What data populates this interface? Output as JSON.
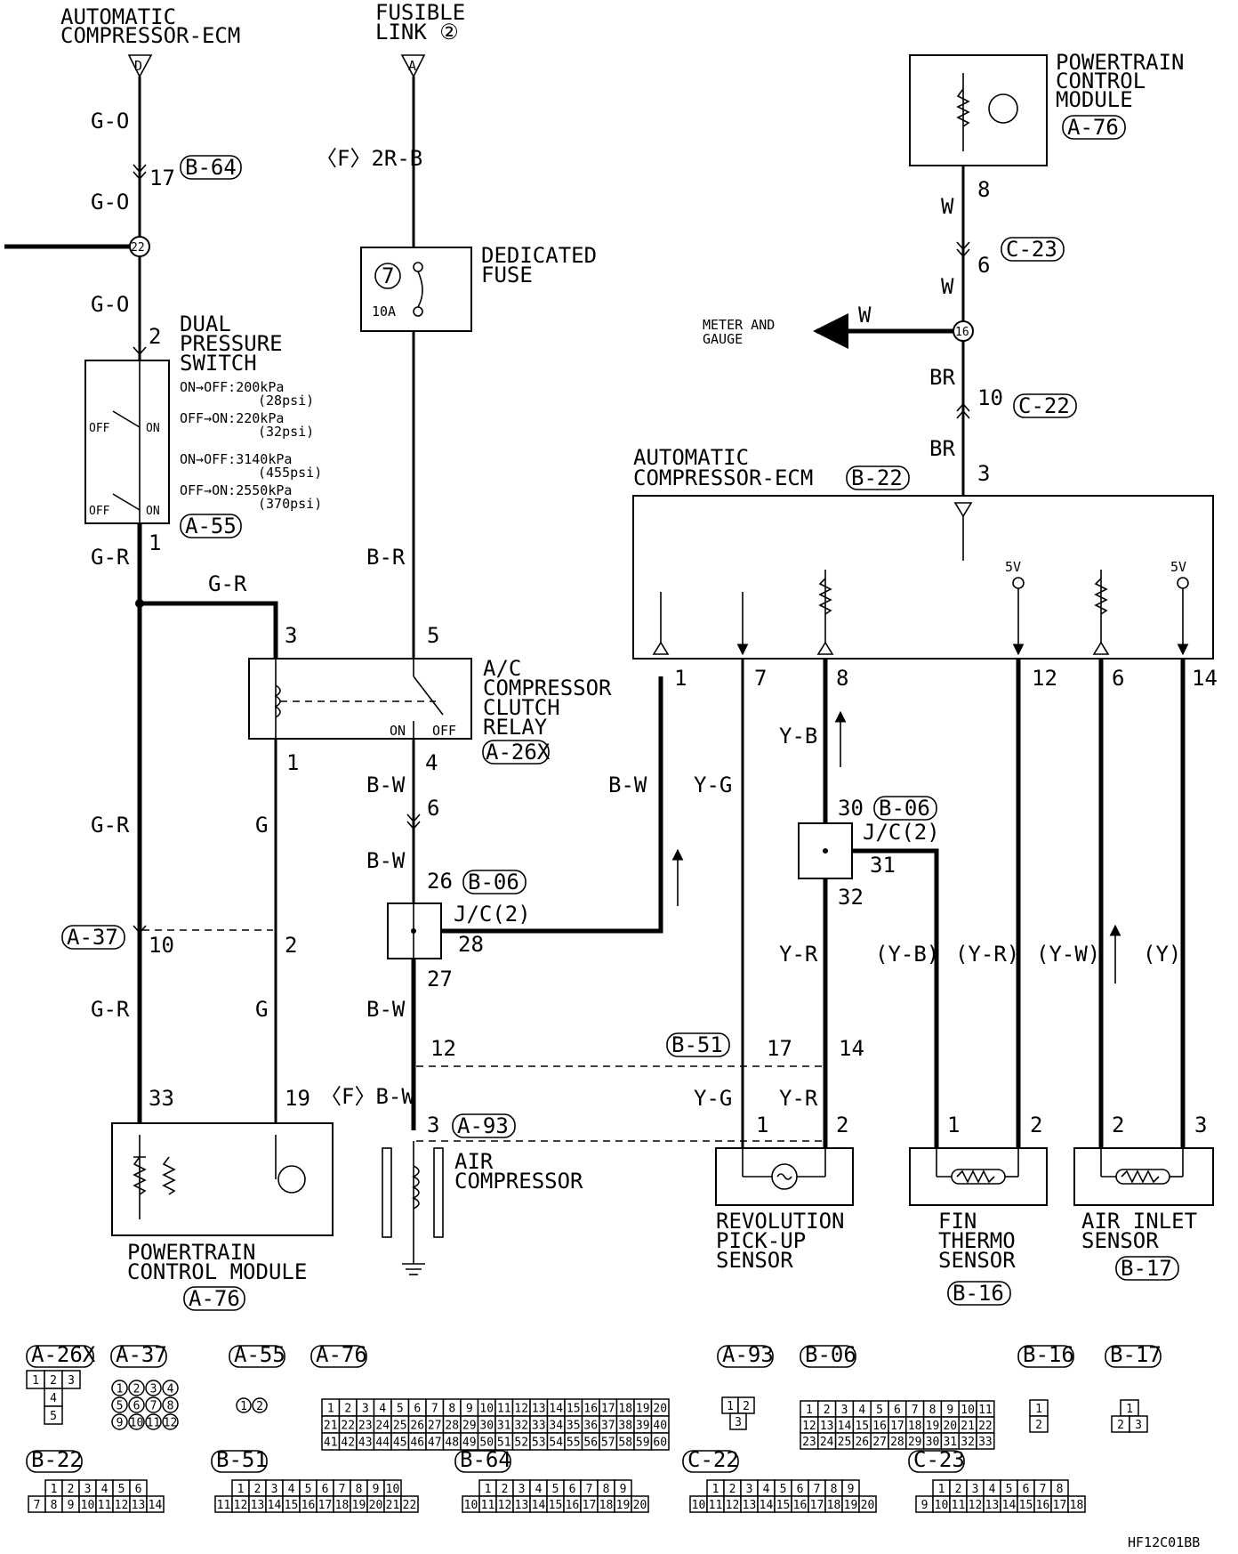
{
  "diagram_id": "HF12C01BB",
  "top_sources": {
    "ecm": [
      "AUTOMATIC",
      "COMPRESSOR-ECM"
    ],
    "ecm_letter": "D",
    "fusible": [
      "FUSIBLE",
      "LINK ②"
    ],
    "fusible_letter": "A"
  },
  "wires": {
    "go": "G-O",
    "gr": "G-R",
    "g": "G",
    "f2rb": "〈F〉2R-B",
    "br_wire": "B-R",
    "bw": "B-W",
    "fbw": "〈F〉B-W",
    "yg": "Y-G",
    "yb": "Y-B",
    "yr": "Y-R",
    "w": "W",
    "brown": "BR",
    "yb_p": "(Y-B)",
    "yr_p": "(Y-R)",
    "yw_p": "(Y-W)",
    "y_p": "(Y)"
  },
  "pins": {
    "p17": "17",
    "p2": "2",
    "p1": "1",
    "p3": "3",
    "p5": "5",
    "p4": "4",
    "p6": "6",
    "p26": "26",
    "p28": "28",
    "p27": "27",
    "p12": "12",
    "p10": "10",
    "p33": "33",
    "p19": "19",
    "p8": "8",
    "p7": "7",
    "p14": "14",
    "p30": "30",
    "p31": "31",
    "p32": "32",
    "p22": "22",
    "p16": "16"
  },
  "connectors": {
    "b64": "B-64",
    "a55": "A-55",
    "a26x": "A-26X",
    "a37": "A-37",
    "b06": "B-06",
    "b51": "B-51",
    "a93": "A-93",
    "a76": "A-76",
    "c23": "C-23",
    "c22": "C-22",
    "b22": "B-22",
    "b16": "B-16",
    "b17": "B-17"
  },
  "components": {
    "fuse": [
      "DEDICATED",
      "FUSE"
    ],
    "fuse_no": "7",
    "fuse_rating": "10A",
    "dual_switch": [
      "DUAL",
      "PRESSURE",
      "SWITCH"
    ],
    "switch_specs": [
      "ON→OFF:200kPa",
      "(28psi)",
      "OFF→ON:220kPa",
      "(32psi)",
      "ON→OFF:3140kPa",
      "(455psi)",
      "OFF→ON:2550kPa",
      "(370psi)"
    ],
    "off": "OFF",
    "on": "ON",
    "relay": [
      "A/C",
      "COMPRESSOR",
      "CLUTCH",
      "RELAY"
    ],
    "relay_on": "ON",
    "relay_off": "OFF",
    "jc": "J/C(2)",
    "pcm_bottom": [
      "POWERTRAIN",
      "CONTROL MODULE"
    ],
    "pcm_top": [
      "POWERTRAIN",
      "CONTROL",
      "MODULE"
    ],
    "air_compressor": [
      "AIR",
      "COMPRESSOR"
    ],
    "meter": [
      "METER AND",
      "GAUGE"
    ],
    "ecm_right": [
      "AUTOMATIC",
      "COMPRESSOR-ECM"
    ],
    "five_v": "5V",
    "rev_sensor": [
      "REVOLUTION",
      "PICK-UP",
      "SENSOR"
    ],
    "fin_sensor": [
      "FIN",
      "THERMO",
      "SENSOR"
    ],
    "air_inlet": [
      "AIR INLET",
      "SENSOR"
    ]
  },
  "legend": {
    "a26x": {
      "label": "A-26X",
      "rows": [
        [
          "1",
          "2",
          "3"
        ],
        [
          "4"
        ],
        [
          "5"
        ]
      ]
    },
    "a37": {
      "label": "A-37",
      "rows": [
        [
          "1",
          "2",
          "3",
          "4"
        ],
        [
          "5",
          "6",
          "7",
          "8"
        ],
        [
          "9",
          "10",
          "11",
          "12"
        ]
      ]
    },
    "a55": {
      "label": "A-55",
      "rows": [
        [
          "1",
          "2"
        ]
      ]
    },
    "a76": {
      "label": "A-76",
      "rows": [
        [
          "1",
          "2",
          "3",
          "4",
          "5",
          "6",
          "7",
          "8",
          "9",
          "10",
          "11",
          "12",
          "13",
          "14",
          "15",
          "16",
          "17",
          "18",
          "19",
          "20"
        ],
        [
          "21",
          "22",
          "23",
          "24",
          "25",
          "26",
          "27",
          "28",
          "29",
          "30",
          "31",
          "32",
          "33",
          "34",
          "35",
          "36",
          "37",
          "38",
          "39",
          "40"
        ],
        [
          "41",
          "42",
          "43",
          "44",
          "45",
          "46",
          "47",
          "48",
          "49",
          "50",
          "51",
          "52",
          "53",
          "54",
          "55",
          "56",
          "57",
          "58",
          "59",
          "60"
        ]
      ]
    },
    "a93": {
      "label": "A-93",
      "rows": [
        [
          "1",
          "2"
        ],
        [
          "3"
        ]
      ]
    },
    "b06": {
      "label": "B-06",
      "rows": [
        [
          "1",
          "2",
          "3",
          "4",
          "5",
          "6",
          "7",
          "8",
          "9",
          "10",
          "11"
        ],
        [
          "12",
          "13",
          "14",
          "15",
          "16",
          "17",
          "18",
          "19",
          "20",
          "21",
          "22"
        ],
        [
          "23",
          "24",
          "25",
          "26",
          "27",
          "28",
          "29",
          "30",
          "31",
          "32",
          "33"
        ]
      ]
    },
    "b16": {
      "label": "B-16",
      "rows": [
        [
          "1"
        ],
        [
          "2"
        ]
      ]
    },
    "b17": {
      "label": "B-17",
      "rows": [
        [
          "1"
        ],
        [
          "2",
          "3"
        ]
      ]
    },
    "b22": {
      "label": "B-22",
      "rows": [
        [
          "1",
          "2",
          "3",
          "4",
          "5",
          "6"
        ],
        [
          "7",
          "8",
          "9",
          "10",
          "11",
          "12",
          "13",
          "14"
        ]
      ]
    },
    "b51": {
      "label": "B-51",
      "rows": [
        [
          "1",
          "2",
          "3",
          "4",
          "5",
          "6",
          "7",
          "8",
          "9",
          "10"
        ],
        [
          "11",
          "12",
          "13",
          "14",
          "15",
          "16",
          "17",
          "18",
          "19",
          "20",
          "21",
          "22"
        ]
      ]
    },
    "b64": {
      "label": "B-64",
      "rows": [
        [
          "1",
          "2",
          "3",
          "4",
          "5",
          "6",
          "7",
          "8",
          "9"
        ],
        [
          "10",
          "11",
          "12",
          "13",
          "14",
          "15",
          "16",
          "17",
          "18",
          "19",
          "20"
        ]
      ]
    },
    "c22": {
      "label": "C-22",
      "rows": [
        [
          "1",
          "2",
          "3",
          "4",
          "5",
          "6",
          "7",
          "8",
          "9"
        ],
        [
          "10",
          "11",
          "12",
          "13",
          "14",
          "15",
          "16",
          "17",
          "18",
          "19",
          "20"
        ]
      ]
    },
    "c23": {
      "label": "C-23",
      "rows": [
        [
          "1",
          "2",
          "3",
          "4",
          "5",
          "6",
          "7",
          "8"
        ],
        [
          "9",
          "10",
          "11",
          "12",
          "13",
          "14",
          "15",
          "16",
          "17",
          "18"
        ]
      ]
    }
  }
}
